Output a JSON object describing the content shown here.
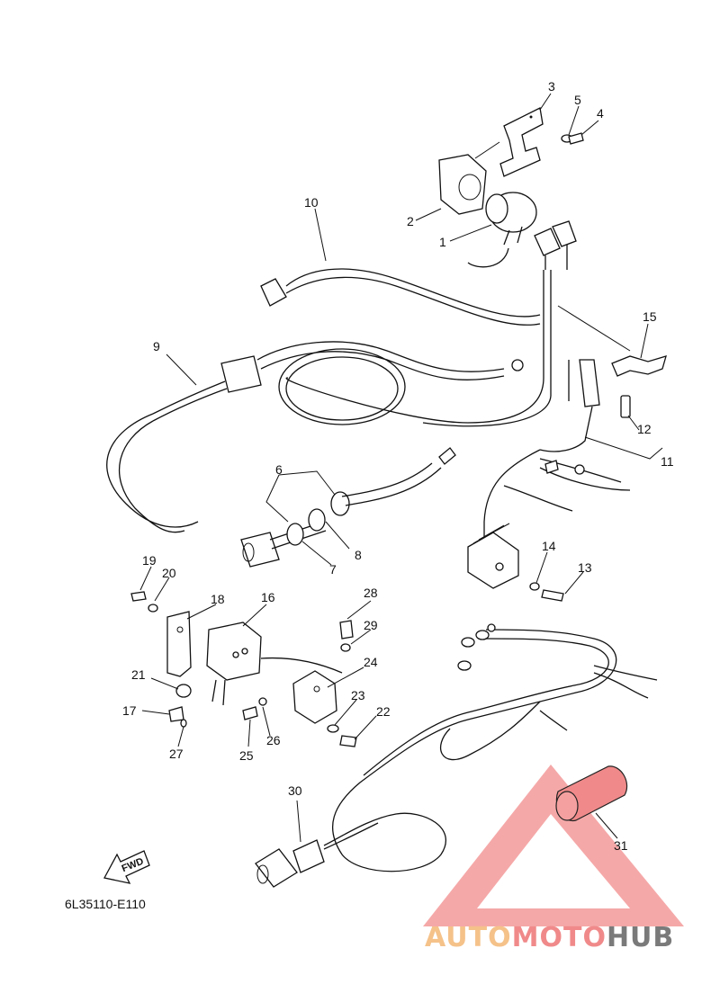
{
  "diagram": {
    "code": "6L35110-E110",
    "fwd_label": "FWD",
    "parts": [
      {
        "id": "p1",
        "number": "1"
      },
      {
        "id": "p2",
        "number": "2"
      },
      {
        "id": "p3",
        "number": "3"
      },
      {
        "id": "p4",
        "number": "4"
      },
      {
        "id": "p5",
        "number": "5"
      },
      {
        "id": "p6",
        "number": "6"
      },
      {
        "id": "p7",
        "number": "7"
      },
      {
        "id": "p8",
        "number": "8"
      },
      {
        "id": "p9",
        "number": "9"
      },
      {
        "id": "p10",
        "number": "10"
      },
      {
        "id": "p11",
        "number": "11"
      },
      {
        "id": "p12",
        "number": "12"
      },
      {
        "id": "p13",
        "number": "13"
      },
      {
        "id": "p14",
        "number": "14"
      },
      {
        "id": "p15",
        "number": "15"
      },
      {
        "id": "p16",
        "number": "16"
      },
      {
        "id": "p17",
        "number": "17"
      },
      {
        "id": "p18",
        "number": "18"
      },
      {
        "id": "p19",
        "number": "19"
      },
      {
        "id": "p20",
        "number": "20"
      },
      {
        "id": "p21",
        "number": "21"
      },
      {
        "id": "p22",
        "number": "22"
      },
      {
        "id": "p23",
        "number": "23"
      },
      {
        "id": "p24",
        "number": "24"
      },
      {
        "id": "p25",
        "number": "25"
      },
      {
        "id": "p26",
        "number": "26"
      },
      {
        "id": "p27",
        "number": "27"
      },
      {
        "id": "p28",
        "number": "28"
      },
      {
        "id": "p29",
        "number": "29"
      },
      {
        "id": "p30",
        "number": "30"
      },
      {
        "id": "p31",
        "number": "31"
      }
    ]
  },
  "watermark": {
    "brand_part1": "AUTO",
    "brand_part2": "MOTO",
    "brand_part3": "HUB",
    "colors": {
      "auto": "#f5c28a",
      "moto": "#f08a8a",
      "hub": "#7a7a7a",
      "triangle": "#f28b8b"
    }
  }
}
